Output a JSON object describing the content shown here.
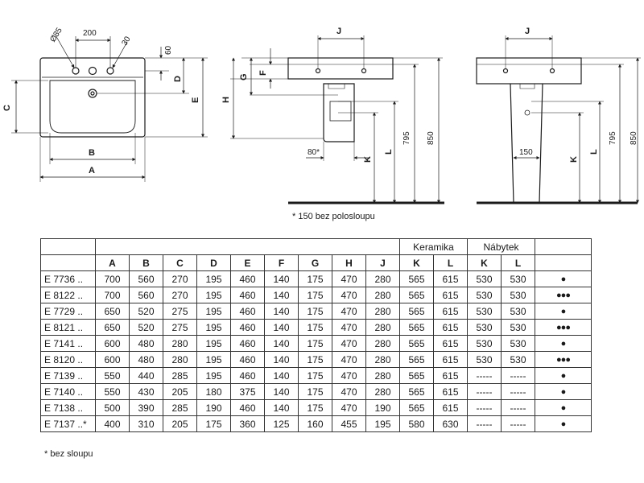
{
  "drawing": {
    "front": {
      "hole_dia": "Ø35",
      "tap_spacing": "200",
      "tap_offset": "30",
      "top_depth": "60",
      "dim_a": "A",
      "dim_b": "B",
      "dim_c": "C",
      "dim_d": "D",
      "dim_e": "E"
    },
    "side": {
      "dim_j": "J",
      "dim_g": "G",
      "dim_f": "F",
      "dim_h": "H",
      "dim_k": "K",
      "dim_l": "L",
      "angle": "80*",
      "h795": "795",
      "h850": "850"
    },
    "column": {
      "dim_j": "J",
      "width_150": "150",
      "dim_k": "K",
      "dim_l": "L",
      "h795": "795",
      "h850": "850"
    },
    "footnote_top": "* 150 bez polosloupu"
  },
  "table": {
    "group_headers": [
      "Keramika",
      "Nábytek"
    ],
    "columns": [
      "A",
      "B",
      "C",
      "D",
      "E",
      "F",
      "G",
      "H",
      "J",
      "K",
      "L",
      "K",
      "L"
    ],
    "rows": [
      {
        "code": "E 7736 ..",
        "values": [
          "700",
          "560",
          "270",
          "195",
          "460",
          "140",
          "175",
          "470",
          "280",
          "565",
          "615",
          "530",
          "530"
        ],
        "dots": "●"
      },
      {
        "code": "E 8122 ..",
        "values": [
          "700",
          "560",
          "270",
          "195",
          "460",
          "140",
          "175",
          "470",
          "280",
          "565",
          "615",
          "530",
          "530"
        ],
        "dots": "●●●"
      },
      {
        "code": "E 7729 ..",
        "values": [
          "650",
          "520",
          "275",
          "195",
          "460",
          "140",
          "175",
          "470",
          "280",
          "565",
          "615",
          "530",
          "530"
        ],
        "dots": "●"
      },
      {
        "code": "E 8121 ..",
        "values": [
          "650",
          "520",
          "275",
          "195",
          "460",
          "140",
          "175",
          "470",
          "280",
          "565",
          "615",
          "530",
          "530"
        ],
        "dots": "●●●"
      },
      {
        "code": "E 7141 ..",
        "values": [
          "600",
          "480",
          "280",
          "195",
          "460",
          "140",
          "175",
          "470",
          "280",
          "565",
          "615",
          "530",
          "530"
        ],
        "dots": "●"
      },
      {
        "code": "E 8120 ..",
        "values": [
          "600",
          "480",
          "280",
          "195",
          "460",
          "140",
          "175",
          "470",
          "280",
          "565",
          "615",
          "530",
          "530"
        ],
        "dots": "●●●"
      },
      {
        "code": "E 7139 ..",
        "values": [
          "550",
          "440",
          "285",
          "195",
          "460",
          "140",
          "175",
          "470",
          "280",
          "565",
          "615",
          "-----",
          "-----"
        ],
        "dots": "●"
      },
      {
        "code": "E 7140 ..",
        "values": [
          "550",
          "430",
          "205",
          "180",
          "375",
          "140",
          "175",
          "470",
          "280",
          "565",
          "615",
          "-----",
          "-----"
        ],
        "dots": "●"
      },
      {
        "code": "E 7138 ..",
        "values": [
          "500",
          "390",
          "285",
          "190",
          "460",
          "140",
          "175",
          "470",
          "190",
          "565",
          "615",
          "-----",
          "-----"
        ],
        "dots": "●"
      },
      {
        "code": "E 7137 ..*",
        "values": [
          "400",
          "310",
          "205",
          "175",
          "360",
          "125",
          "160",
          "455",
          "195",
          "580",
          "630",
          "-----",
          "-----"
        ],
        "dots": "●"
      }
    ]
  },
  "footnote_bottom": "* bez sloupu"
}
